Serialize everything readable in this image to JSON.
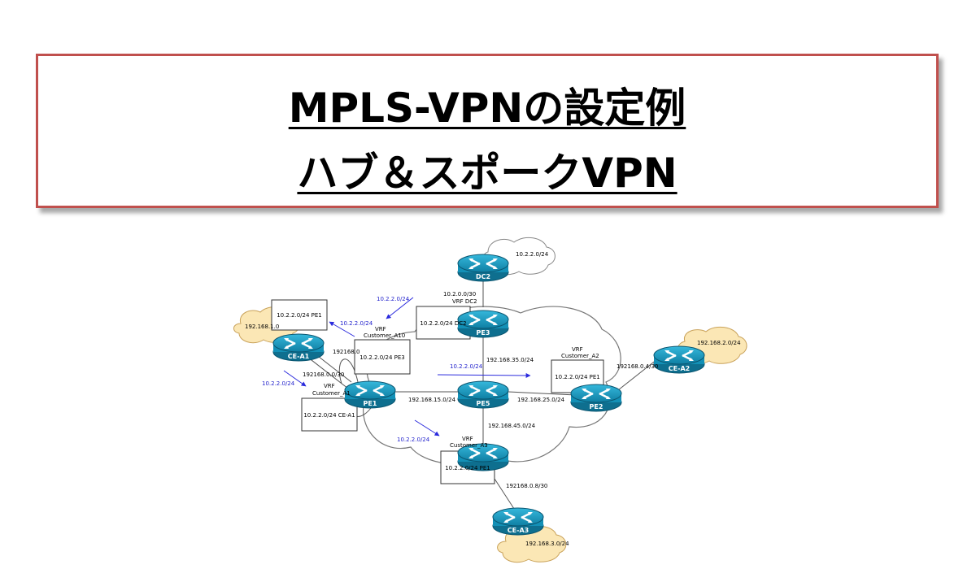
{
  "title": {
    "line1": "MPLS-VPNの設定例",
    "line2": "ハブ＆スポークVPN"
  },
  "colors": {
    "title_border": "#c0504d",
    "router": "#1a9fc4",
    "customer_cloud": "#fbe7b5",
    "route_arrow": "#2b2bdd"
  },
  "routers": {
    "dc2": "DC2",
    "pe3": "PE3",
    "pe1": "PE1",
    "pe5": "PE5",
    "pe2": "PE2",
    "ce_a1": "CE-A1",
    "ce_a2": "CE-A2",
    "ce_a3": "CE-A3"
  },
  "networks": {
    "dc2_lan": "10.2.2.0/24",
    "ce_a1_lan": "192.168.1.0",
    "ce_a2_lan": "192.168.2.0/24",
    "ce_a3_lan": "192.168.3.0/24"
  },
  "links": {
    "dc2_pe3": "10.2.0.0/30",
    "pe3_pe5": "192.168.35.0/24",
    "pe1_pe5": "192.168.15.0/24",
    "pe5_pe2": "192.168.25.0/24",
    "pe5_pe4": "192.168.45.0/24",
    "pe2_ce_a2": "192168.0.4/30",
    "pe4_ce_a3": "192168.0.8/30",
    "pe1_ce_a1_a": "192168.0",
    "pe1_ce_a1_b": "192168.0.0/30"
  },
  "vrfs": {
    "dc2": {
      "l1": "VRF",
      "l2": "VRF DC2"
    },
    "a10": {
      "l1": "VRF",
      "l2": "Customer_A10"
    },
    "a1": {
      "l1": "VRF",
      "l2": "Customer_A1"
    },
    "a2": {
      "l1": "VRF",
      "l2": "Customer_A2"
    },
    "a3": {
      "l1": "VRF",
      "l2": "Customer_A3"
    }
  },
  "route_tables": {
    "ce_a1": "10.2.2.0/24 PE1",
    "pe3": "10.2.2.0/24 DC2",
    "pe1_a10": "10.2.2.0/24 PE3",
    "pe1_a1": "10.2.2.0/24 CE-A1",
    "pe2": "10.2.2.0/24 PE1",
    "pe4": "10.2.2.0/24 PE1"
  },
  "advertisements": {
    "a_top": "10.2.2.0/24",
    "a_ce_a1": "10.2.2.0/24",
    "a_left": "10.2.2.0/24",
    "a_pe5": "10.2.2.0/24",
    "a_pe4": "10.2.2.0/24"
  }
}
